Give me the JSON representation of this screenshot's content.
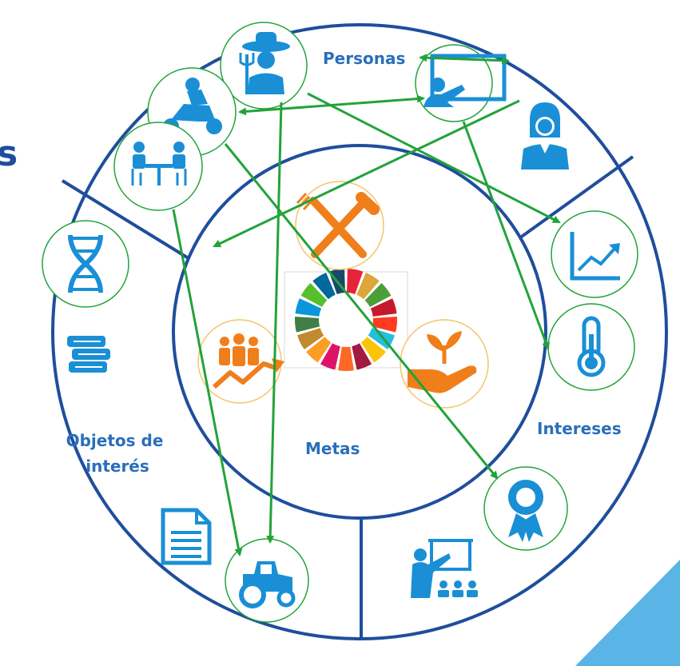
{
  "diagram": {
    "partial_heading": "s",
    "sectors": {
      "people": "Personas",
      "interests": "Intereses",
      "objects": "Objetos de\ninterés",
      "goals": "Metas"
    },
    "icons": {
      "people": [
        "farmer-icon",
        "motorcycle-rider-icon",
        "meeting-table-icon",
        "presenter-screen-icon",
        "businesswoman-icon"
      ],
      "interests": [
        "line-chart-icon",
        "thermometer-icon",
        "award-ribbon-icon",
        "teacher-classroom-icon"
      ],
      "objects": [
        "dna-icon",
        "books-icon",
        "document-icon",
        "tractor-icon"
      ],
      "goals": [
        "fork-knife-icon",
        "sdg-wheel-icon",
        "community-growth-icon",
        "plant-in-hand-icon"
      ]
    },
    "colors": {
      "ring": "#1f4e9c",
      "heading": "#1f4e9c",
      "label": "#2a6ebb",
      "icon": "#1a8fd6",
      "connector": "#22a33a",
      "goal_icon": "#f07e1b",
      "goal_circle": "#f2c56a",
      "accent_corner": "#5ab4e5"
    }
  }
}
